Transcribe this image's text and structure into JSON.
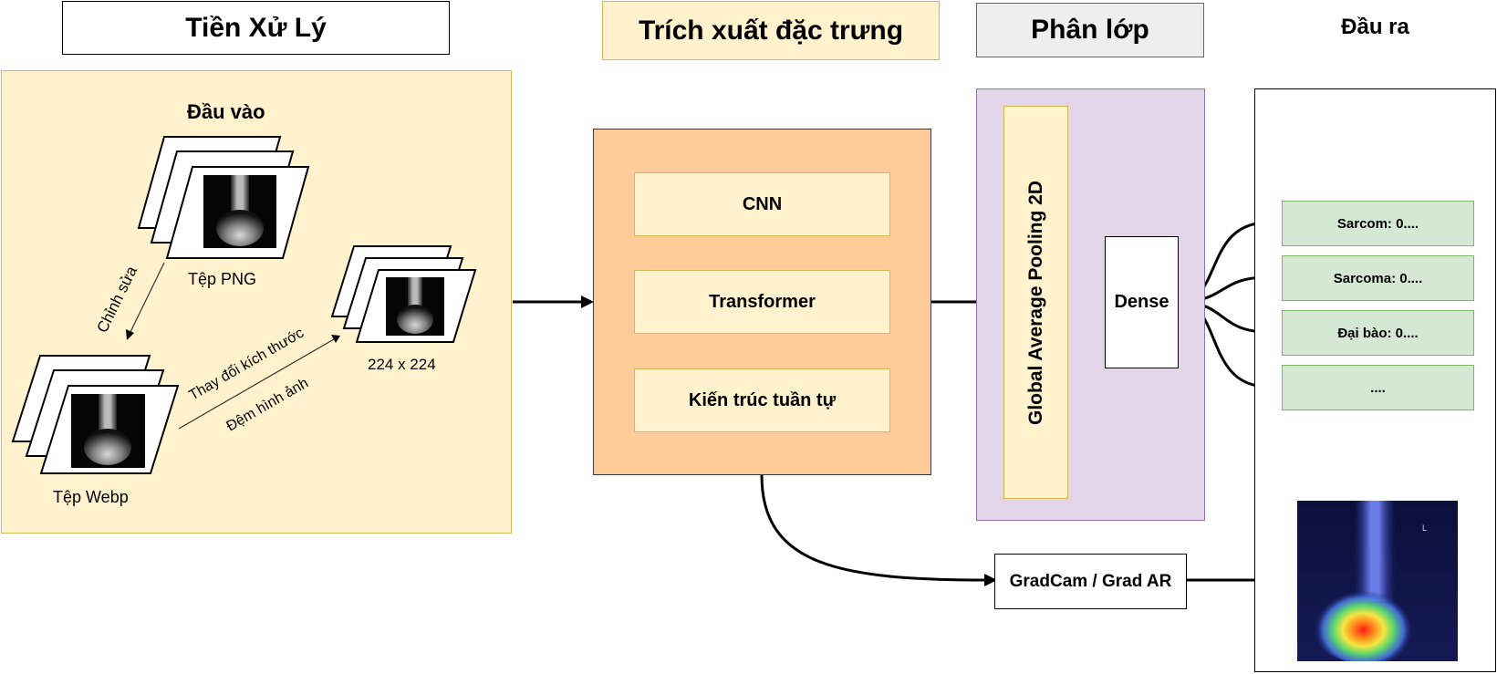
{
  "headers": {
    "preprocess": "Tiền Xử Lý",
    "features": "Trích xuất đặc trưng",
    "classify": "Phân lớp",
    "output": "Đầu ra"
  },
  "preprocess": {
    "input_title": "Đầu vào",
    "png_label": "Tệp PNG",
    "webp_label": "Tệp Webp",
    "resized_label": "224 x 224",
    "edit_arrow": "Chỉnh sửa",
    "resize_arrow": "Thay đổi kích thước",
    "pad_arrow": "Đệm hình ảnh"
  },
  "features": {
    "items": [
      "CNN",
      "Transformer",
      "Kiến trúc tuần tự"
    ]
  },
  "classify": {
    "gap": "Global Average Pooling 2D",
    "dense": "Dense"
  },
  "outputs": {
    "items": [
      "Sarcom: 0....",
      "Sarcoma: 0....",
      "Đại bào: 0....",
      "...."
    ]
  },
  "gradcam": "GradCam / Grad AR",
  "colors": {
    "panel_yellow": "#fff2cc",
    "panel_yellow_border": "#d6b656",
    "feature_orange": "#ffcc99",
    "classify_purple": "#e1d5e7",
    "classify_purple_border": "#9673a6",
    "output_green": "#d5e8d4",
    "output_green_border": "#82b366",
    "header_gray": "#eeeeee"
  }
}
